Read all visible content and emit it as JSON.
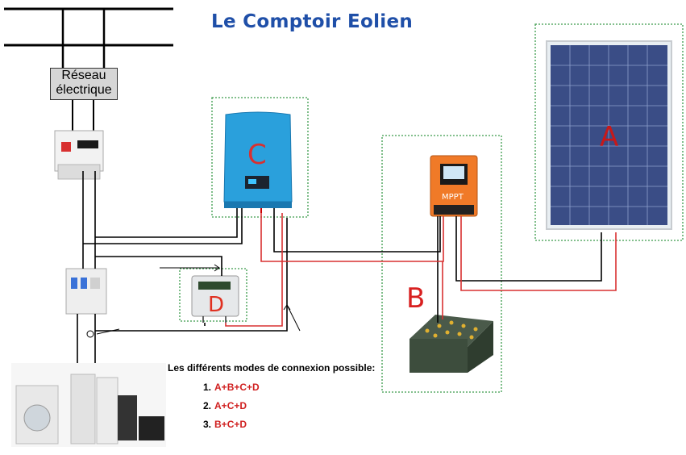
{
  "title": "Le Comptoir Eolien",
  "grid": {
    "label_line1": "Réseau",
    "label_line2": "électrique"
  },
  "components": {
    "panel": {
      "letter": "A"
    },
    "battery": {
      "letter": "B"
    },
    "inverter": {
      "letter": "C"
    },
    "meter": {
      "letter": "D"
    },
    "controller": {
      "label": "MPPT"
    }
  },
  "modes": {
    "heading": "Les différents modes de connexion possible:",
    "items": [
      {
        "num": "1.",
        "value": "A+B+C+D"
      },
      {
        "num": "2.",
        "value": "A+C+D"
      },
      {
        "num": "3.",
        "value": "B+C+D"
      }
    ]
  },
  "colors": {
    "title": "#1f4fa8",
    "accent_red": "#d82020",
    "dashed_box": "#3a9a4a",
    "inverter_blue": "#2aa0dc",
    "controller_orange": "#f07a28"
  }
}
